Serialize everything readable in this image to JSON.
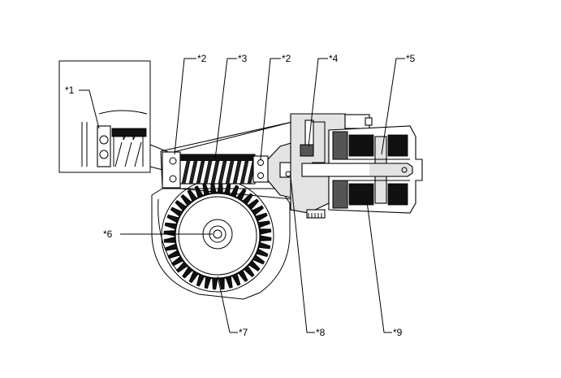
{
  "callouts": [
    {
      "id": "c1",
      "text": "*1"
    },
    {
      "id": "c2a",
      "text": "*2"
    },
    {
      "id": "c3",
      "text": "*3"
    },
    {
      "id": "c2b",
      "text": "*2"
    },
    {
      "id": "c4",
      "text": "*4"
    },
    {
      "id": "c5",
      "text": "*5"
    },
    {
      "id": "c6",
      "text": "*6"
    },
    {
      "id": "c7",
      "text": "*7"
    },
    {
      "id": "c8",
      "text": "*8"
    },
    {
      "id": "c9",
      "text": "*9"
    }
  ]
}
